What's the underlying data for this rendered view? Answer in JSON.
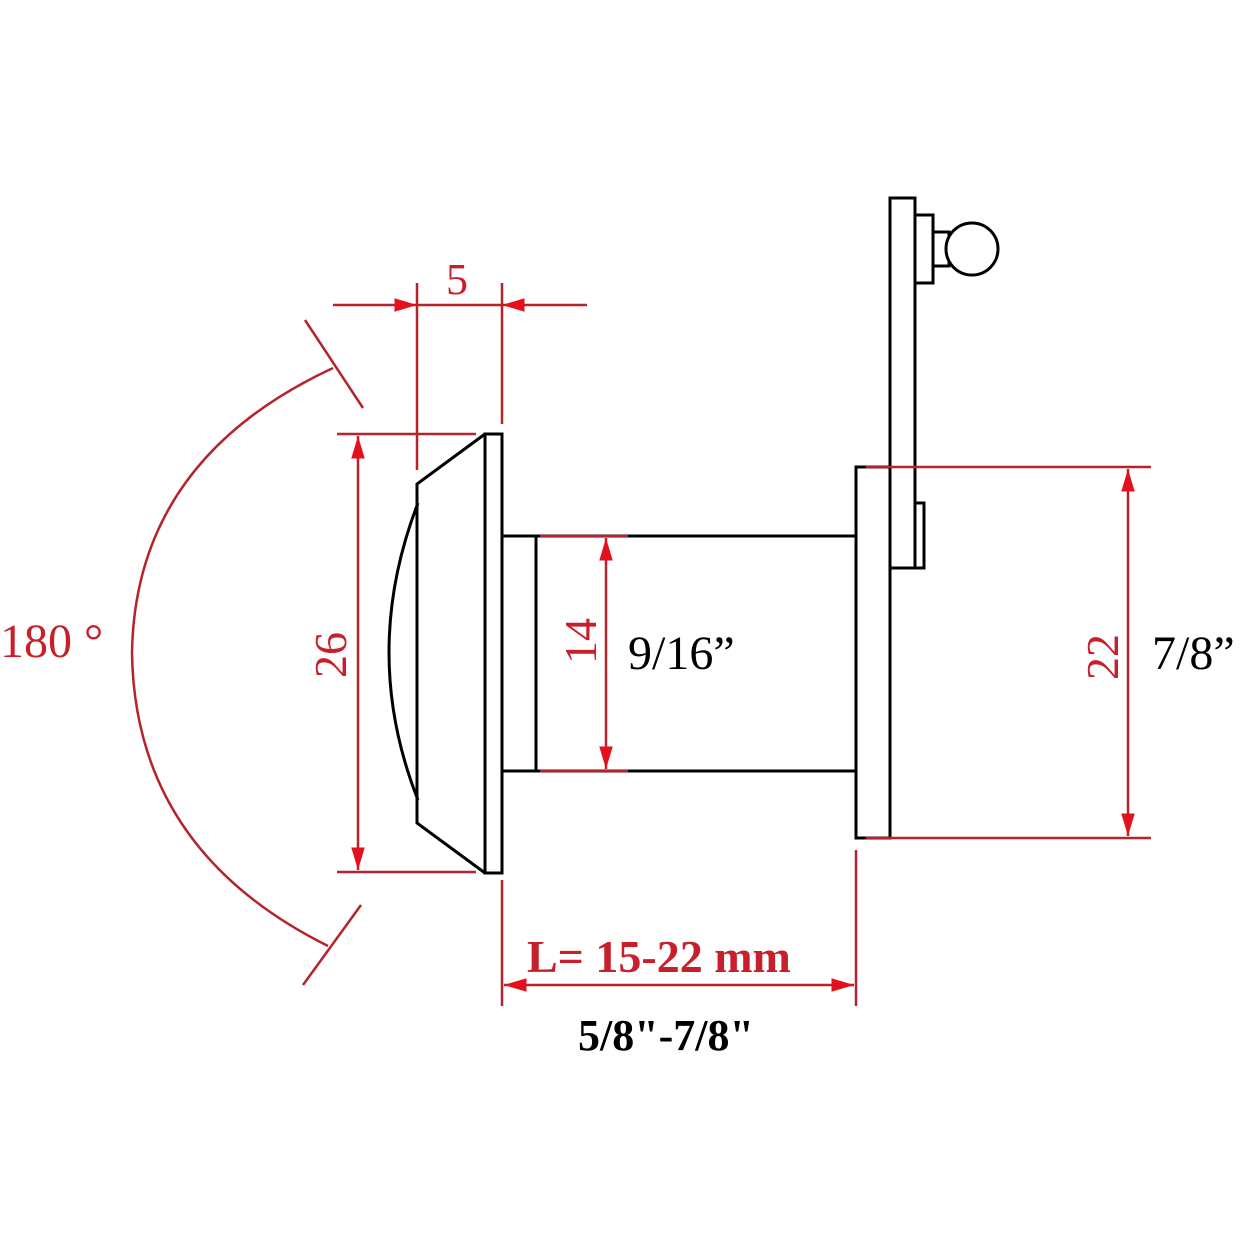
{
  "diagram": {
    "title": "Door viewer (peephole) dimension drawing",
    "colors": {
      "dimension": "#c8202a",
      "arrow": "#e2111b",
      "outline": "#000000",
      "background": "#ffffff"
    },
    "dimensions": {
      "angle": {
        "label": "180 °",
        "meaning": "viewing angle"
      },
      "flange_thickness": {
        "label": "5",
        "unit": "mm"
      },
      "head_diameter": {
        "label": "26",
        "unit": "mm"
      },
      "barrel_diameter": {
        "label": "14",
        "imperial": "9/16”",
        "unit": "mm"
      },
      "eyepiece_diameter": {
        "label": "22",
        "imperial": "7/8”",
        "unit": "mm"
      },
      "length": {
        "label": "L= 15-22 mm",
        "imperial": "5/8\"-7/8\""
      }
    },
    "parts": [
      {
        "name": "lens head with domed lens"
      },
      {
        "name": "barrel"
      },
      {
        "name": "eyepiece flange"
      },
      {
        "name": "privacy cover with knob"
      }
    ]
  }
}
